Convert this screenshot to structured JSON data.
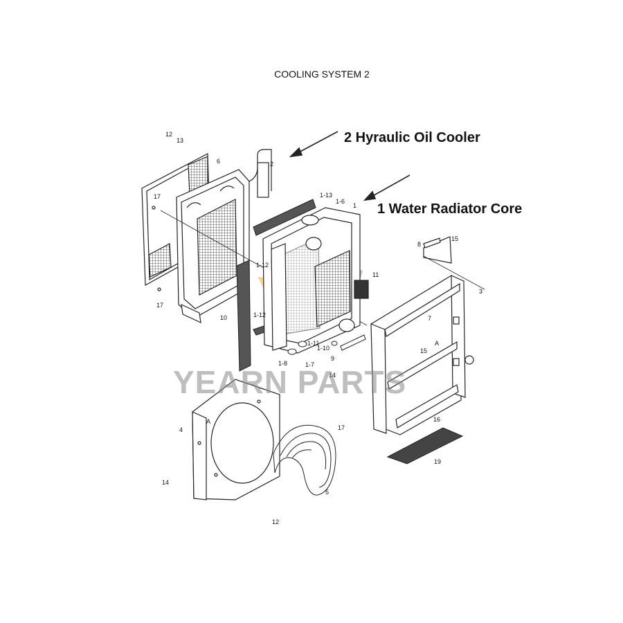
{
  "title": "COOLING SYSTEM 2",
  "callouts": {
    "oil_cooler": "2 Hyraulic Oil Cooler",
    "radiator": "1 Water Radiator Core"
  },
  "watermark": {
    "text": "YEARN PARTS",
    "colors": {
      "gear": "#8c8c8c",
      "accent": "#f2b33d"
    }
  },
  "part_labels": [
    "12",
    "13",
    "6",
    "2",
    "17",
    "17",
    "1-13",
    "1-6",
    "1",
    "1-12",
    "1-12",
    "10",
    "11",
    "8",
    "15",
    "3",
    "7",
    "A",
    "A",
    "9",
    "1-11",
    "1-10",
    "1-8",
    "1-7",
    "14",
    "15",
    "16",
    "17",
    "19",
    "4",
    "14",
    "5",
    "12"
  ]
}
